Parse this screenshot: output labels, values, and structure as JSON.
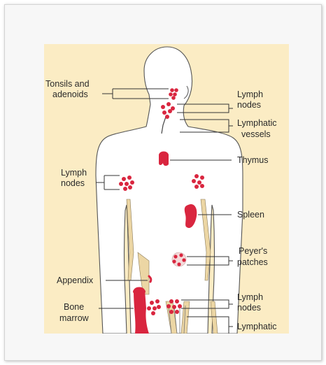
{
  "colors": {
    "background_panel": "#fbecc4",
    "body_fill": "#ffffff",
    "organ_red": "#d9263f",
    "bone_beige": "#ecd6a4",
    "outline": "#555555"
  },
  "labels": {
    "tonsils_line1": "Tonsils and",
    "tonsils_line2": "adenoids",
    "lymph_nodes_neck_line1": "Lymph",
    "lymph_nodes_neck_line2": "nodes",
    "lymphatic_vessels_line1": "Lymphatic",
    "lymphatic_vessels_line2": "vessels",
    "thymus": "Thymus",
    "lymph_nodes_armpit_line1": "Lymph",
    "lymph_nodes_armpit_line2": "nodes",
    "spleen": "Spleen",
    "peyers_line1": "Peyer's",
    "peyers_line2": "patches",
    "appendix": "Appendix",
    "bone_marrow_line1": "Bone",
    "bone_marrow_line2": "marrow",
    "lymph_nodes_groin_line1": "Lymph",
    "lymph_nodes_groin_line2": "nodes",
    "lymphatic_bottom": "Lymphatic"
  }
}
